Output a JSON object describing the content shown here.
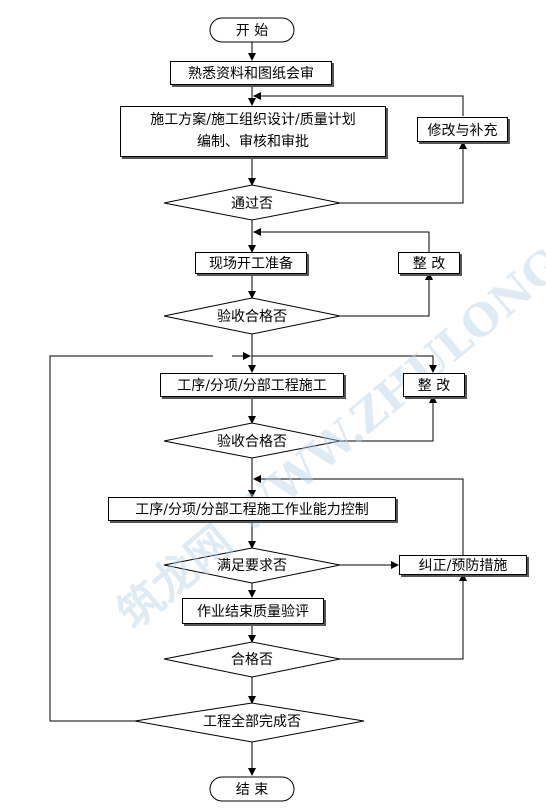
{
  "start": "开  始",
  "end": "结 束",
  "steps": {
    "review_docs": "熟悉资料和图纸会审",
    "plan_line1": "施工方案/施工组织设计/质量计划",
    "plan_line2": "编制、审核和审批",
    "revise_supplement": "修改与补充",
    "site_prep": "现场开工准备",
    "rectify_1": "整  改",
    "construction": "工序/分项/分部工程施工",
    "rectify_2": "整  改",
    "capability_control": "工序/分项/分部工程施工作业能力控制",
    "corrective": "纠正/预防措施",
    "quality_eval": "作业结束质量验评"
  },
  "decisions": {
    "approved": "通过否",
    "accept_1": "验收合格否",
    "accept_2": "验收合格否",
    "meets_requirements": "满足要求否",
    "qualified": "合格否",
    "all_complete": "工程全部完成否"
  },
  "watermark": "筑龙网 WWW.ZHULONG.COM"
}
